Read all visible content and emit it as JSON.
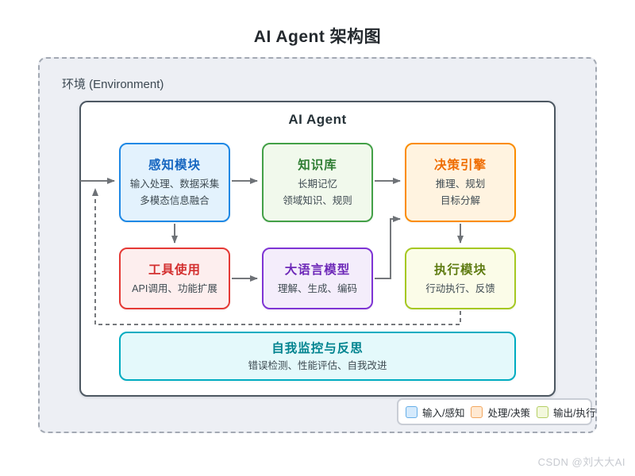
{
  "page": {
    "title": "AI Agent 架构图",
    "watermark": "CSDN @刘大大AI"
  },
  "environment": {
    "label": "环境 (Environment)"
  },
  "agent": {
    "title": "AI Agent"
  },
  "modules": {
    "perception": {
      "title": "感知模块",
      "lines": [
        "输入处理、数据采集",
        "多模态信息融合"
      ],
      "border_color": "#1e88e5",
      "bg_color": "#e3f2fd",
      "title_color": "#1565c0"
    },
    "knowledge": {
      "title": "知识库",
      "lines": [
        "长期记忆",
        "领域知识、规则"
      ],
      "border_color": "#43a047",
      "bg_color": "#f1f9ec",
      "title_color": "#2e7d32"
    },
    "decision": {
      "title": "决策引擎",
      "lines": [
        "推理、规划",
        "目标分解"
      ],
      "border_color": "#fb8c00",
      "bg_color": "#fff3e0",
      "title_color": "#ef6c00"
    },
    "tools": {
      "title": "工具使用",
      "lines": [
        "API调用、功能扩展"
      ],
      "border_color": "#e53935",
      "bg_color": "#fdeeee",
      "title_color": "#d32f2f"
    },
    "llm": {
      "title": "大语言模型",
      "lines": [
        "理解、生成、编码"
      ],
      "border_color": "#7e34d4",
      "bg_color": "#f4edfb",
      "title_color": "#6d28b8"
    },
    "execution": {
      "title": "执行模块",
      "lines": [
        "行动执行、反馈"
      ],
      "border_color": "#a5c822",
      "bg_color": "#fbfce8",
      "title_color": "#5f7c12"
    },
    "monitor": {
      "title": "自我监控与反思",
      "lines": [
        "错误检测、性能评估、自我改进"
      ],
      "border_color": "#00acc1",
      "bg_color": "#e4f9fb",
      "title_color": "#00838f"
    }
  },
  "legend": {
    "items": [
      {
        "label": "输入/感知",
        "fill": "#d5eafc",
        "border": "#66aee8"
      },
      {
        "label": "处理/决策",
        "fill": "#ffe9d2",
        "border": "#f2a760"
      },
      {
        "label": "输出/执行",
        "fill": "#f3f8dd",
        "border": "#b5cf65"
      }
    ]
  },
  "colors": {
    "page_bg": "#ffffff",
    "env_bg": "#edeff4",
    "env_border": "#a3a9b3",
    "agent_border": "#4d5862",
    "arrow": "#75787c",
    "watermark": "#c7cad0"
  }
}
